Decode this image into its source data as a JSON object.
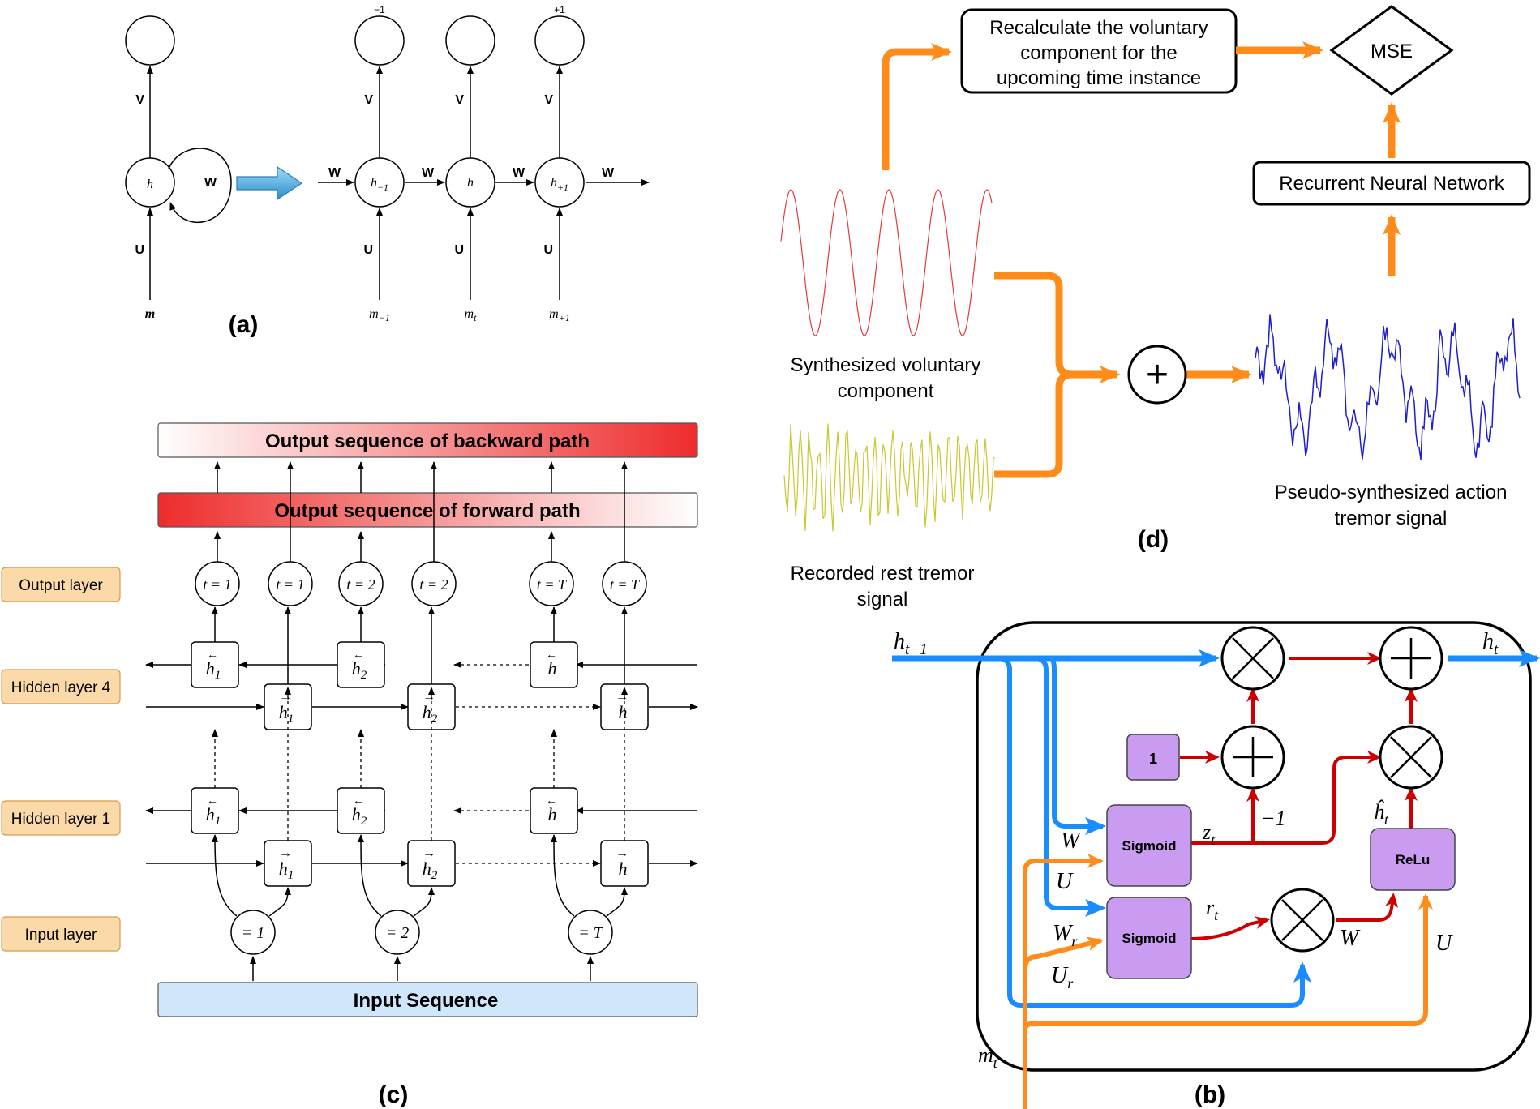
{
  "panels": {
    "a": {
      "caption": "(a)",
      "folded": {
        "hidden": "h",
        "input": "m",
        "U": "U",
        "V": "V",
        "W": "W"
      },
      "unfolded": {
        "cells": [
          {
            "hidden": "h",
            "hidden_sub": "−1",
            "input": "m",
            "input_sub": "−1",
            "output_sup": "−1"
          },
          {
            "hidden": "h",
            "hidden_sub": "",
            "input": "m",
            "input_sub": "t",
            "output_sup": ""
          },
          {
            "hidden": "h",
            "hidden_sub": "+1",
            "input": "m",
            "input_sub": "+1",
            "output_sup": "+1"
          }
        ],
        "U": "U",
        "V": "V",
        "W": "W"
      }
    },
    "c": {
      "caption": "(c)",
      "output_backward": "Output sequence of backward path",
      "output_forward": "Output sequence of forward path",
      "input_sequence": "Input Sequence",
      "layer_labels": [
        "Output layer",
        "Hidden layer 4",
        "Hidden layer 1",
        "Input layer"
      ],
      "output_nodes": [
        "t = 1",
        "t = 1",
        "t = 2",
        "t = 2",
        "t = T",
        "t = T"
      ],
      "hidden_back": [
        {
          "label": "h",
          "arrow": "←",
          "sub": "1"
        },
        {
          "label": "h",
          "arrow": "←",
          "sub": "2"
        },
        {
          "label": "h",
          "arrow": "←",
          "sub": ""
        }
      ],
      "hidden_fwd": [
        {
          "label": "h",
          "arrow": "→",
          "sub": "1"
        },
        {
          "label": "h",
          "arrow": "→",
          "sub": "2"
        },
        {
          "label": "h",
          "arrow": "→",
          "sub": ""
        }
      ],
      "input_nodes": [
        "= 1",
        "= 2",
        "= T"
      ]
    },
    "d": {
      "caption": "(d)",
      "recalc_box": [
        "Recalculate the voluntary",
        "component for the",
        "upcoming time instance"
      ],
      "mse": "MSE",
      "rnn_box": "Recurrent Neural Network",
      "voluntary_label": [
        "Synthesized voluntary",
        "component"
      ],
      "rest_label": [
        "Recorded rest tremor",
        "signal"
      ],
      "action_label": [
        "Pseudo-synthesized action",
        "tremor signal"
      ],
      "plus": "+"
    },
    "b": {
      "caption": "(b)",
      "h_prev": "h",
      "h_prev_sub": "t−1",
      "h_out": "h",
      "h_out_sub": "t",
      "m": "m",
      "m_sub": "t",
      "one": "1",
      "sigmoid": "Sigmoid",
      "relu": "ReLu",
      "z": "z",
      "z_sub": "t",
      "r": "r",
      "r_sub": "t",
      "h_hat": "ĥ",
      "h_hat_sub": "t",
      "minus_one": "−1",
      "W": "W",
      "U": "U",
      "W_r": "W",
      "W_r_sub": "r",
      "U_r": "U",
      "U_r_sub": "r",
      "W2": "W",
      "U2": "U"
    }
  },
  "colors": {
    "orange": "#ff8c1a",
    "blue": "#1a8cff",
    "red": "#cc0000",
    "purple": "#c99cf2",
    "label_fill": "#fcd9a8",
    "input_fill": "#cfe6fb",
    "voluntary_wave": "#e23b3b",
    "rest_wave": "#c8c832",
    "action_wave": "#1f1fd0"
  }
}
